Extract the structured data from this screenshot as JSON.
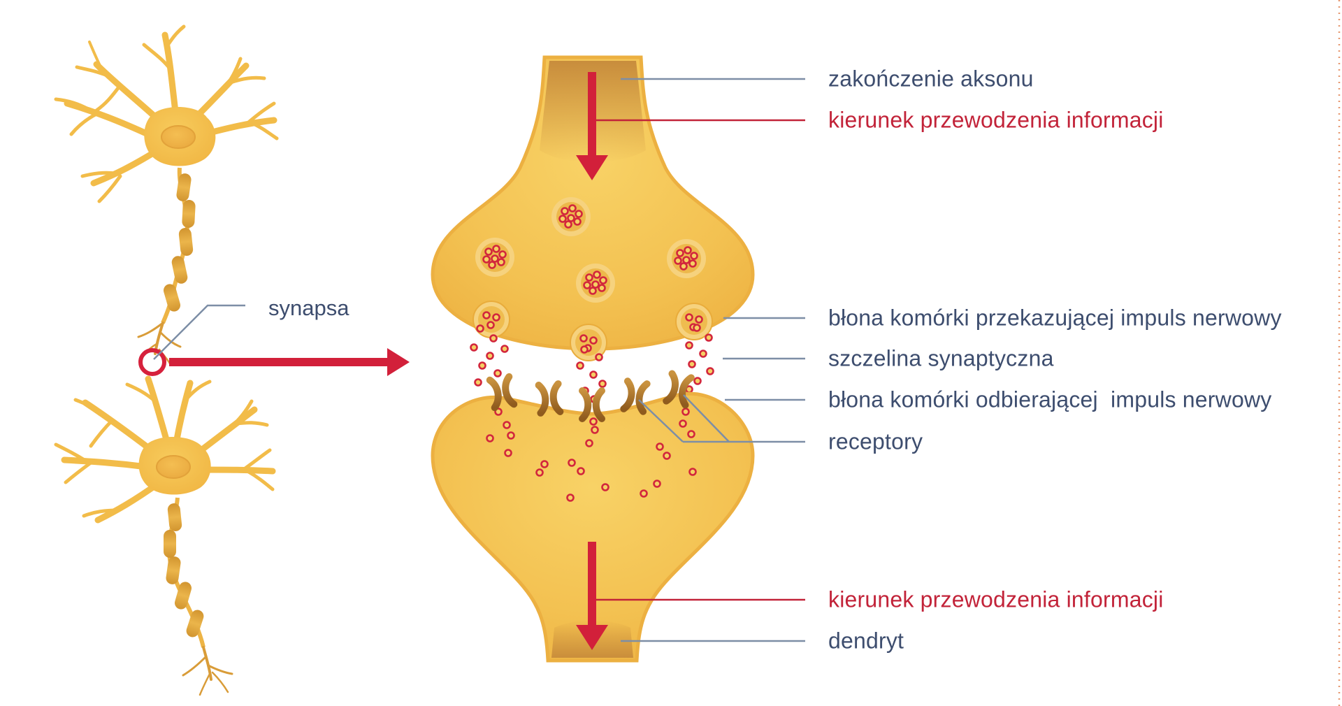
{
  "page": {
    "background": "#FFFFFF"
  },
  "colors": {
    "gold": "#F3C04C",
    "gold_light": "#F8D266",
    "gold_dark": "#ECAE3E",
    "gold_deep": "#C08338",
    "myelin": "#E3A845",
    "receptor_brown_light": "#C9923F",
    "receptor_brown_dark": "#8F5B1E",
    "red_arrow": "#D2203A",
    "red_text": "#C22339",
    "navy_text": "#3D4D6E",
    "leader_gray": "#7D8EA6",
    "dotted_border": "#E79A72"
  },
  "left_panel": {
    "synapse_label": "synapsa"
  },
  "callouts": [
    {
      "text": "zakończenie aksonu",
      "style": "navy"
    },
    {
      "text": "kierunek przewodzenia informacji",
      "style": "red"
    },
    {
      "text": "błona komórki przekazującej impuls nerwowy",
      "style": "navy"
    },
    {
      "text": "szczelina synaptyczna",
      "style": "navy"
    },
    {
      "text": "błona komórki odbierającej  impuls nerwowy",
      "style": "navy"
    },
    {
      "text": "receptory",
      "style": "navy"
    },
    {
      "text": "kierunek przewodzenia informacji",
      "style": "red"
    },
    {
      "text": "dendryt",
      "style": "navy"
    }
  ],
  "icons": {
    "receptor": "x-crossed-crescents",
    "synaptic_vesicle": "circle-with-red-dots",
    "neurotransmitter": "small-red-ring-dot",
    "direction_arrow": "thick-red-arrow"
  }
}
